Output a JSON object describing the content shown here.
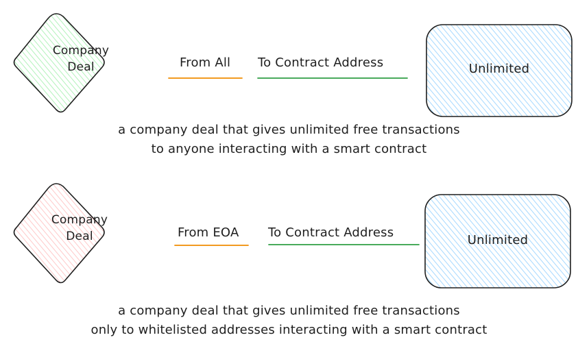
{
  "colors": {
    "stroke": "#1e1e1e",
    "diamond_green": "#b2f2bb",
    "diamond_red": "#ffc9c9",
    "rect_blue": "#a5d8ff",
    "underline_orange": "#f08c00",
    "underline_green": "#2f9e44"
  },
  "rows": [
    {
      "diamond_label_line1": "Company",
      "diamond_label_line2": "Deal",
      "from_label": "From All",
      "to_label": "To Contract Address",
      "rect_label": "Unlimited",
      "caption_line1": "a company deal that gives unlimited free transactions",
      "caption_line2": "to anyone interacting with a smart contract"
    },
    {
      "diamond_label_line1": "Company",
      "diamond_label_line2": "Deal",
      "from_label": "From EOA",
      "to_label": "To Contract Address",
      "rect_label": "Unlimited",
      "caption_line1": "a company deal that gives unlimited free transactions",
      "caption_line2": "only to whitelisted addresses interacting with a smart contract"
    }
  ]
}
